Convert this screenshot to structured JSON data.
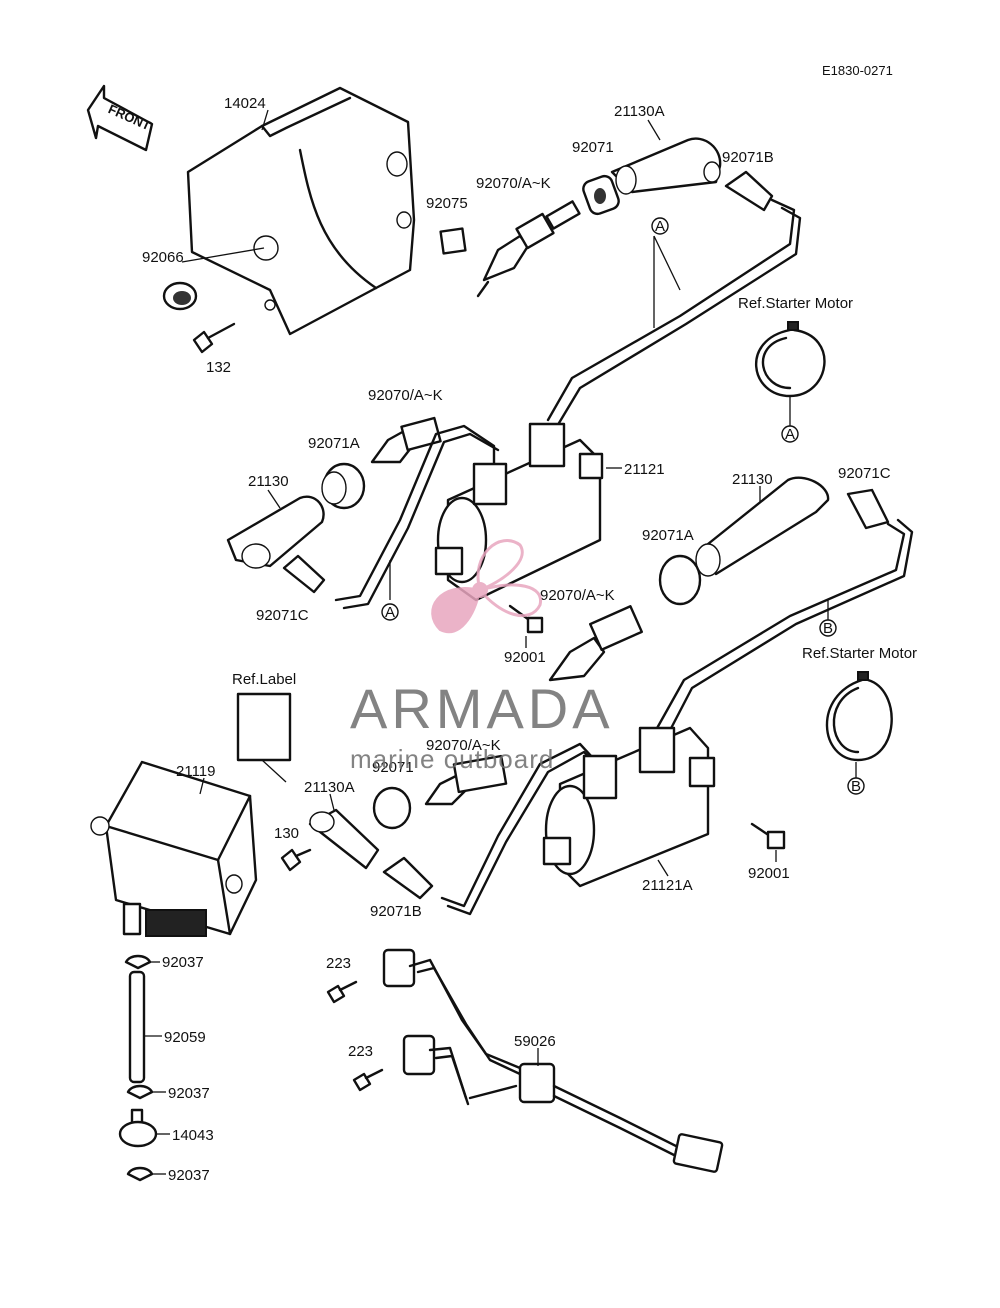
{
  "diagram_code": "E1830-0271",
  "front_arrow_label": "FRONT",
  "labels": {
    "p14024": "14024",
    "p92066": "92066",
    "p132": "132",
    "p92075": "92075",
    "p92070_top": "92070/A~K",
    "p92071_top": "92071",
    "p21130A_top": "21130A",
    "p92071B_top": "92071B",
    "ref_starter_a": "Ref.Starter Motor",
    "p92070_mid": "92070/A~K",
    "p92071A_left": "92071A",
    "p21130_left": "21130",
    "p92071C_left": "92071C",
    "p21121": "21121",
    "p21130_right": "21130",
    "p92071C_right": "92071C",
    "p92071A_right": "92071A",
    "p92070_right": "92070/A~K",
    "p92001_mid": "92001",
    "ref_starter_b": "Ref.Starter Motor",
    "ref_label": "Ref.Label",
    "p21119": "21119",
    "p92070_low": "92070/A~K",
    "p92071_low": "92071",
    "p21130A_low": "21130A",
    "p130": "130",
    "p92071B_low": "92071B",
    "p21121A": "21121A",
    "p92001_right": "92001",
    "p92037_a": "92037",
    "p92059": "92059",
    "p92037_b": "92037",
    "p14043": "14043",
    "p92037_c": "92037",
    "p223_a": "223",
    "p223_b": "223",
    "p59026": "59026"
  },
  "refs": {
    "a1": "A",
    "a2": "A",
    "a3": "A",
    "b1": "B",
    "b2": "B"
  },
  "watermark": {
    "brand": "ARMADA",
    "tagline": "marine outboard",
    "color": "#e8a6bf"
  }
}
